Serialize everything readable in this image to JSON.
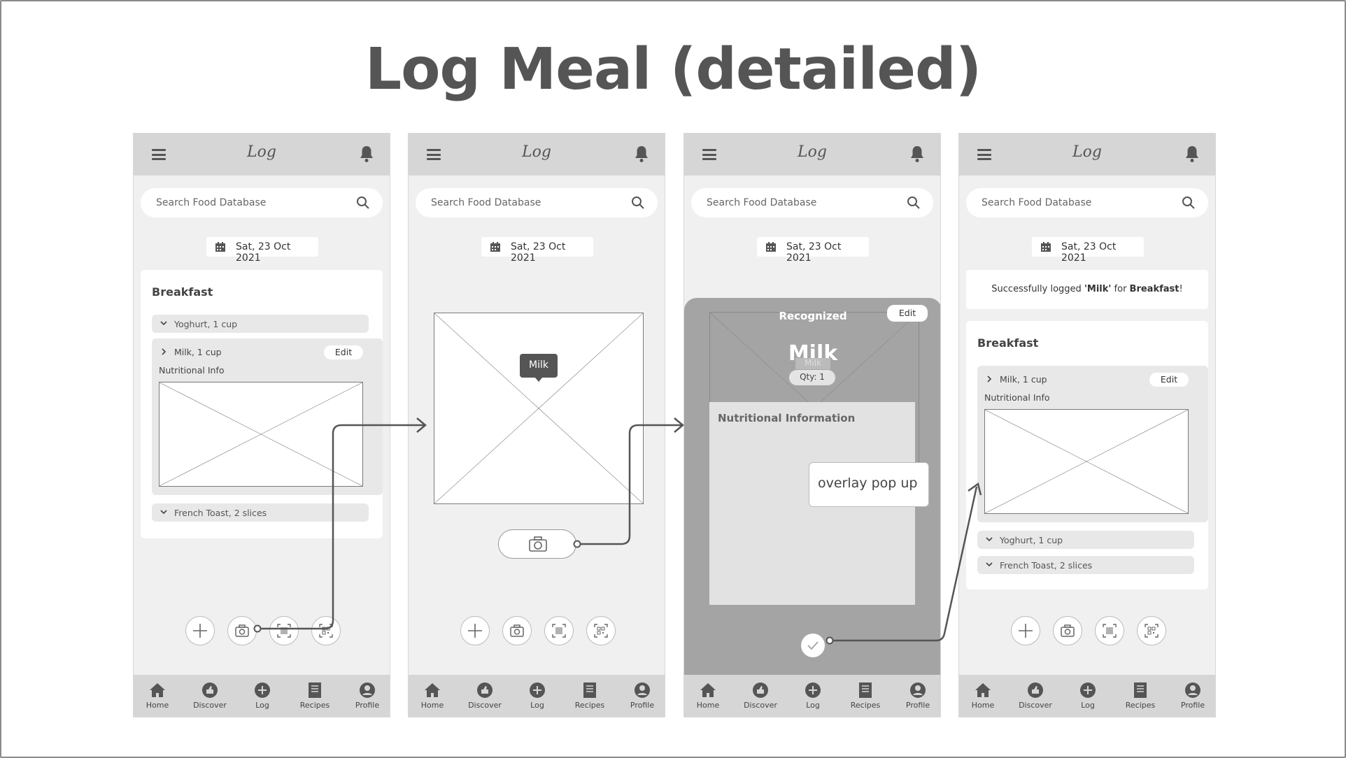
{
  "page_title": "Log Meal (detailed)",
  "app": {
    "logo": "Log",
    "search_placeholder": "Search Food Database",
    "date": "Sat, 23 Oct 2021",
    "nav": [
      "Home",
      "Discover",
      "Log",
      "Recipes",
      "Profile"
    ]
  },
  "screen1": {
    "section": "Breakfast",
    "item_yoghurt": "Yoghurt, 1 cup",
    "item_milk": "Milk, 1 cup",
    "edit": "Edit",
    "nutrition_label": "Nutritional Info",
    "item_toast": "French Toast, 2 slices"
  },
  "screen2": {
    "tag": "Milk"
  },
  "screen3": {
    "recognized": "Recognized",
    "edit": "Edit",
    "food_name": "Milk",
    "food_name_shadow": "Milk",
    "qty": "Qty: 1",
    "nutrition_title": "Nutritional Information",
    "popup": "overlay pop up"
  },
  "screen4": {
    "success_prefix": "Successfully logged ",
    "success_item": "'Milk'",
    "success_mid": " for ",
    "success_meal": "Breakfast",
    "success_suffix": "!",
    "section": "Breakfast",
    "item_milk": "Milk, 1 cup",
    "edit": "Edit",
    "nutrition_label": "Nutritional Info",
    "item_yoghurt": "Yoghurt, 1 cup",
    "item_toast": "French Toast, 2 slices"
  }
}
